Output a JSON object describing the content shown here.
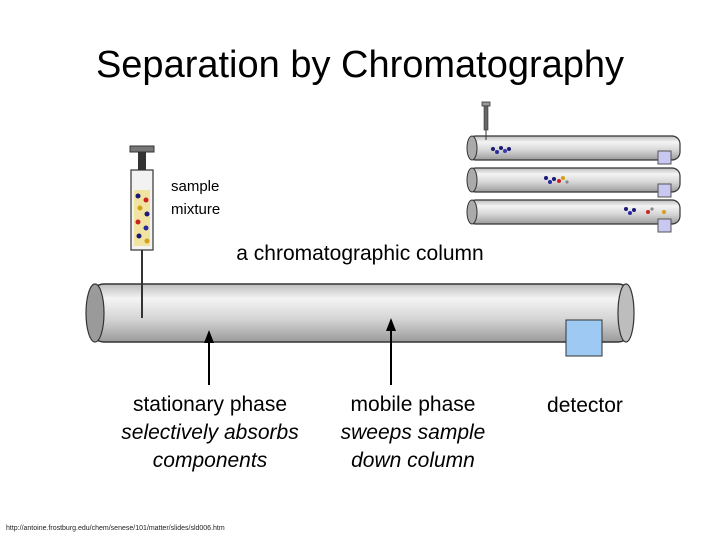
{
  "slide": {
    "title": "Separation by Chromatography",
    "sample_label_line1": "sample",
    "sample_label_line2": "mixture",
    "column_caption": "a chromatographic column",
    "stationary_line1": "stationary phase",
    "stationary_line2": "selectively absorbs",
    "stationary_line3": "components",
    "mobile_line1": "mobile phase",
    "mobile_line2": "sweeps sample",
    "mobile_line3": "down column",
    "detector_label": "detector",
    "source_url": "http://antoine.frostburg.edu/chem/senese/101/matter/slides/sld006.htm"
  },
  "colors": {
    "column_fill": "#d9d9d9",
    "detector_fill": "#9ec9f2",
    "small_detector_fill": "#c8c8f0",
    "outline": "#333333"
  },
  "icons": [
    "syringe-icon",
    "molecule-cluster-icon",
    "arrow-up-icon"
  ]
}
